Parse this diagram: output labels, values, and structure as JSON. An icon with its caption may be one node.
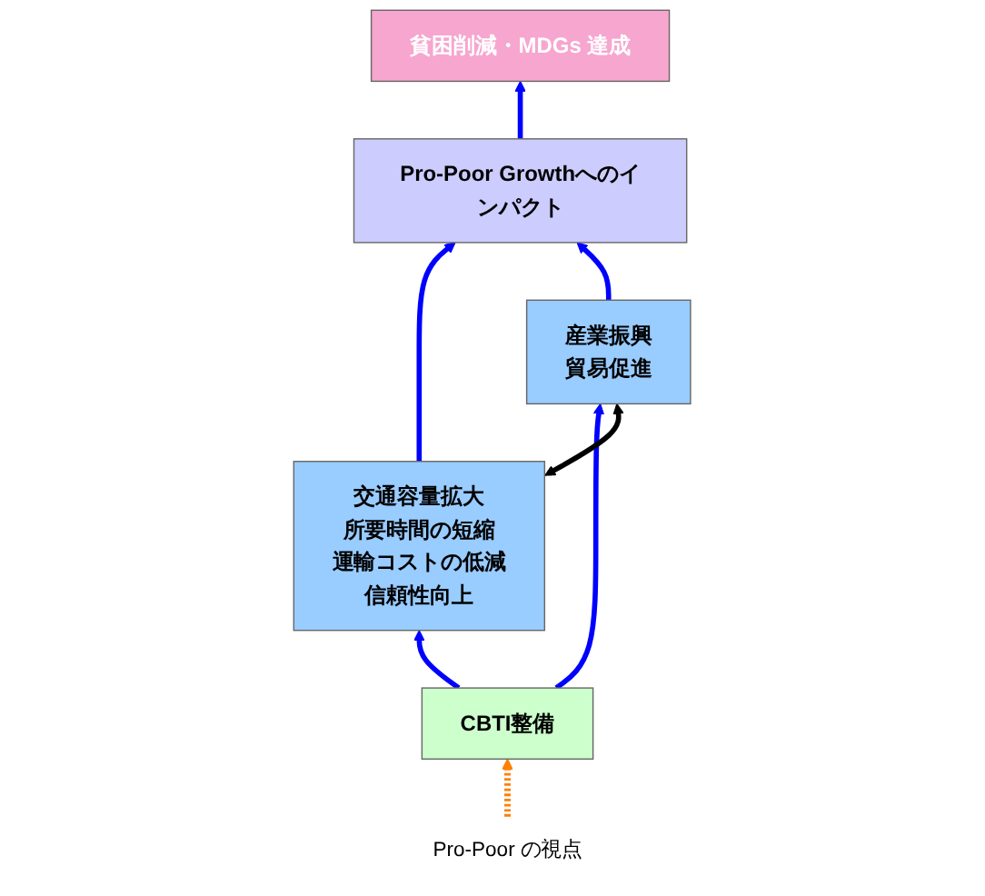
{
  "diagram": {
    "nodes": [
      {
        "text": [
          "貧困削減・MDGs 達成"
        ]
      },
      {
        "text": [
          "Pro-Poor Growthへのインパクト"
        ]
      },
      {
        "text": [
          "交通容量拡大",
          "所要時間の短縮",
          "運輸コストの低減",
          "信頼性向上"
        ]
      },
      {
        "text": [
          "産業振興",
          "貿易促進"
        ]
      },
      {
        "text": [
          "CBTI整備"
        ]
      },
      {
        "text": [
          "Pro-Poor の視点"
        ]
      }
    ],
    "edges": [
      {
        "from": 4,
        "to": 2,
        "arrow": "to"
      },
      {
        "from": 4,
        "to": 3,
        "arrow": "to"
      },
      {
        "from": 2,
        "to": 3,
        "arrow": "both",
        "color": "#000000"
      },
      {
        "from": 2,
        "to": 1,
        "arrow": "to"
      },
      {
        "from": 3,
        "to": 1,
        "arrow": "to"
      },
      {
        "from": 1,
        "to": 0,
        "arrow": "to"
      },
      {
        "from": 5,
        "to": 4,
        "arrow": "to",
        "style": "dashed",
        "color": "#ff8000"
      }
    ]
  }
}
